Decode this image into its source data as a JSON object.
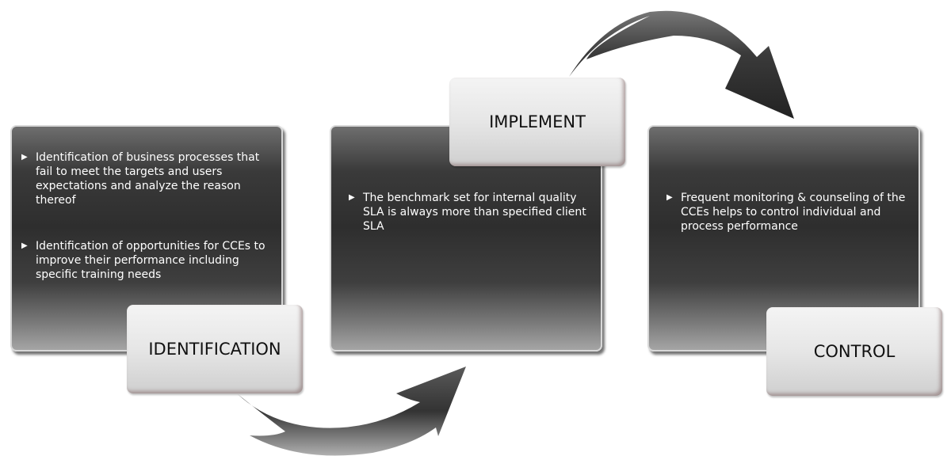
{
  "stages": [
    {
      "title": "IDENTIFICATION",
      "points": [
        "Identification of business processes that fail to meet the targets and users expectations and analyze the reason thereof",
        "Identification of opportunities for CCEs to improve their performance including specific training needs"
      ]
    },
    {
      "title": "IMPLEMENT",
      "points": [
        "The benchmark set for internal quality SLA is always more than specified client SLA"
      ]
    },
    {
      "title": "CONTROL",
      "points": [
        "Frequent monitoring & counseling of the CCEs helps to control individual and process performance"
      ]
    }
  ]
}
